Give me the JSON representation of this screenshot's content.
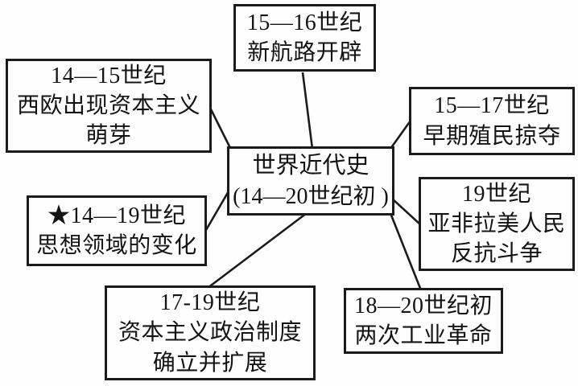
{
  "diagram": {
    "title_hint": "世界近代史知识结构图",
    "colors": {
      "ink": "#1b1b1b",
      "background": "#fefefe"
    },
    "center": {
      "lines": [
        "世界近代史",
        "(14—20世纪初 )"
      ]
    },
    "nodes": [
      {
        "id": "new-sea-routes",
        "lines": [
          "15—16世纪",
          "新航路开辟"
        ]
      },
      {
        "id": "capitalism-sprout",
        "lines": [
          "14—15世纪",
          "西欧出现资本主义",
          "萌芽"
        ]
      },
      {
        "id": "early-colonial-plunder",
        "lines": [
          "15—17世纪",
          "早期殖民掠夺"
        ]
      },
      {
        "id": "peoples-resistance",
        "lines": [
          "19世纪",
          "亚非拉美人民",
          "反抗斗争"
        ]
      },
      {
        "id": "thought-changes",
        "lines": [
          "★14—19世纪",
          "思想领域的变化"
        ]
      },
      {
        "id": "political-systems",
        "lines": [
          "17-19世纪",
          "资本主义政治制度",
          "确立并扩展"
        ]
      },
      {
        "id": "industrial-revolutions",
        "lines": [
          "18—20世纪初",
          "两次工业革命"
        ]
      }
    ]
  }
}
